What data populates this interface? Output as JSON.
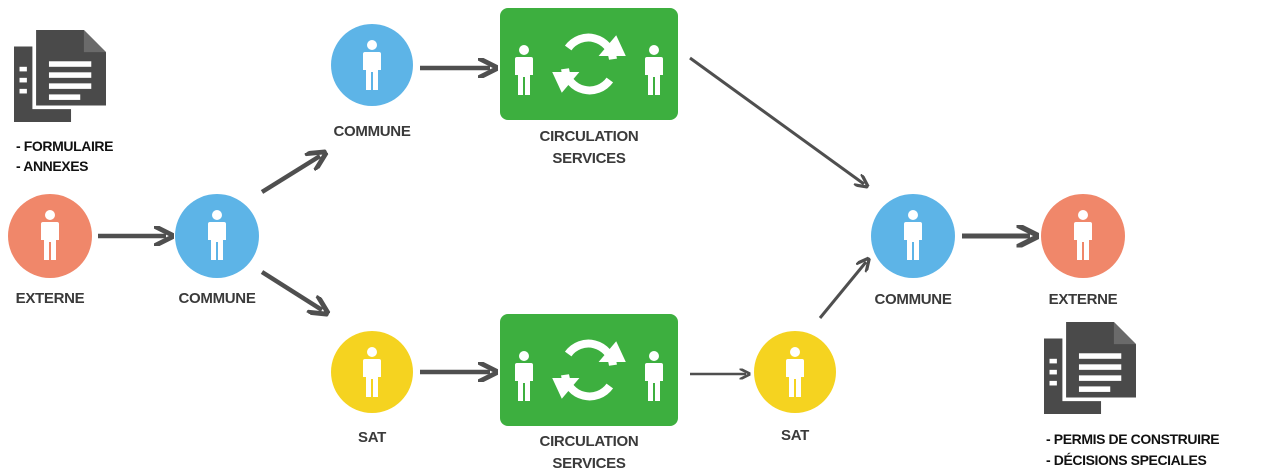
{
  "colors": {
    "external": "#f0876a",
    "commune": "#5db4e7",
    "sat": "#f5d320",
    "circulation": "#3daf3f",
    "arrow": "#4f4f4f",
    "document": "#4a4a4a",
    "label": "#3a3a3a"
  },
  "icons": {
    "person": "person-icon",
    "document": "document-stack-icon",
    "refresh": "refresh-cycle-icon"
  },
  "nodes": {
    "externe_in": "EXTERNE",
    "commune_center": "COMMUNE",
    "commune_top": "COMMUNE",
    "sat_bottom": "SAT",
    "circulation_top": [
      "CIRCULATION",
      "SERVICES"
    ],
    "circulation_bottom": [
      "CIRCULATION",
      "SERVICES"
    ],
    "sat_after": "SAT",
    "commune_final": "COMMUNE",
    "externe_out": "EXTERNE"
  },
  "documents": {
    "input": [
      "- FORMULAIRE",
      "- ANNEXES"
    ],
    "output": [
      "- PERMIS DE CONSTRUIRE",
      "- DÉCISIONS SPECIALES"
    ]
  }
}
